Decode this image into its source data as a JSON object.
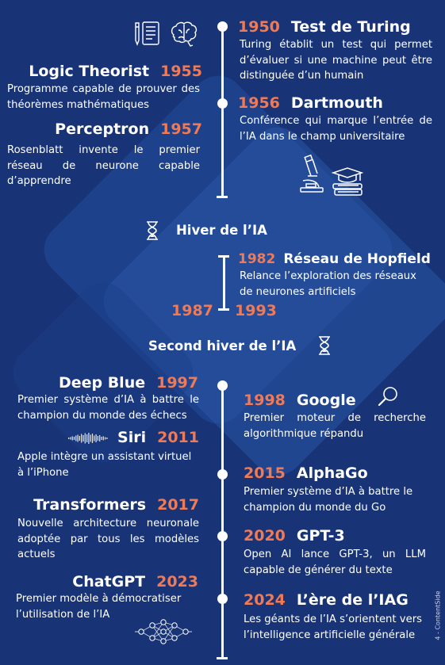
{
  "colors": {
    "background": "#183477",
    "year": "#ef7a55",
    "text": "#ffffff"
  },
  "events": [
    {
      "year": "1950",
      "title": "Test de Turing",
      "desc": "Turing établit un test qui permet d’évaluer si une machine peut être distinguée d’un humain"
    },
    {
      "year": "1955",
      "title": "Logic Theorist",
      "desc": "Programme capable de prouver des théorèmes mathématiques"
    },
    {
      "year": "1956",
      "title": "Dartmouth",
      "desc": "Conférence qui marque l’entrée de l’IA dans le champ universitaire"
    },
    {
      "year": "1957",
      "title": "Perceptron",
      "desc": "Rosenblatt invente le premier réseau de neurone capable d’apprendre"
    },
    {
      "year": "1982",
      "title": "Réseau de Hopfield",
      "desc": "Relance l’exploration des réseaux de neurones artificiels"
    },
    {
      "year": "1997",
      "title": "Deep Blue",
      "desc": "Premier système d’IA à battre le champion du monde des échecs"
    },
    {
      "year": "1998",
      "title": "Google",
      "desc": "Premier moteur de recherche algorithmique répandu"
    },
    {
      "year": "2011",
      "title": "Siri",
      "desc": "Apple intègre un assistant virtuel à l’iPhone"
    },
    {
      "year": "2015",
      "title": "AlphaGo",
      "desc": "Premier système d’IA à battre le champion du monde du Go"
    },
    {
      "year": "2017",
      "title": "Transformers",
      "desc": "Nouvelle architecture neuronale adoptée par tous les modèles actuels"
    },
    {
      "year": "2020",
      "title": "GPT-3",
      "desc": "Open AI lance GPT-3, un LLM capable de générer du texte"
    },
    {
      "year": "2023",
      "title": "ChatGPT",
      "desc": "Premier modèle à démocratiser l’utilisation de l’IA"
    },
    {
      "year": "2024",
      "title": "L’ère de l’IAG",
      "desc": "Les géants de l’IA s’orientent vers l’intelligence artificielle générale"
    }
  ],
  "winters": [
    {
      "label": "Hiver de l’IA"
    },
    {
      "label": "Second hiver de l’IA",
      "start": "1987",
      "end": "1993"
    }
  ],
  "icons": [
    "document-icon",
    "brain-icon",
    "microscope-icon",
    "graduation-books-icon",
    "hourglass-icon",
    "search-icon",
    "soundwave-icon",
    "neural-network-icon"
  ],
  "credit": "4 - ContentSide"
}
